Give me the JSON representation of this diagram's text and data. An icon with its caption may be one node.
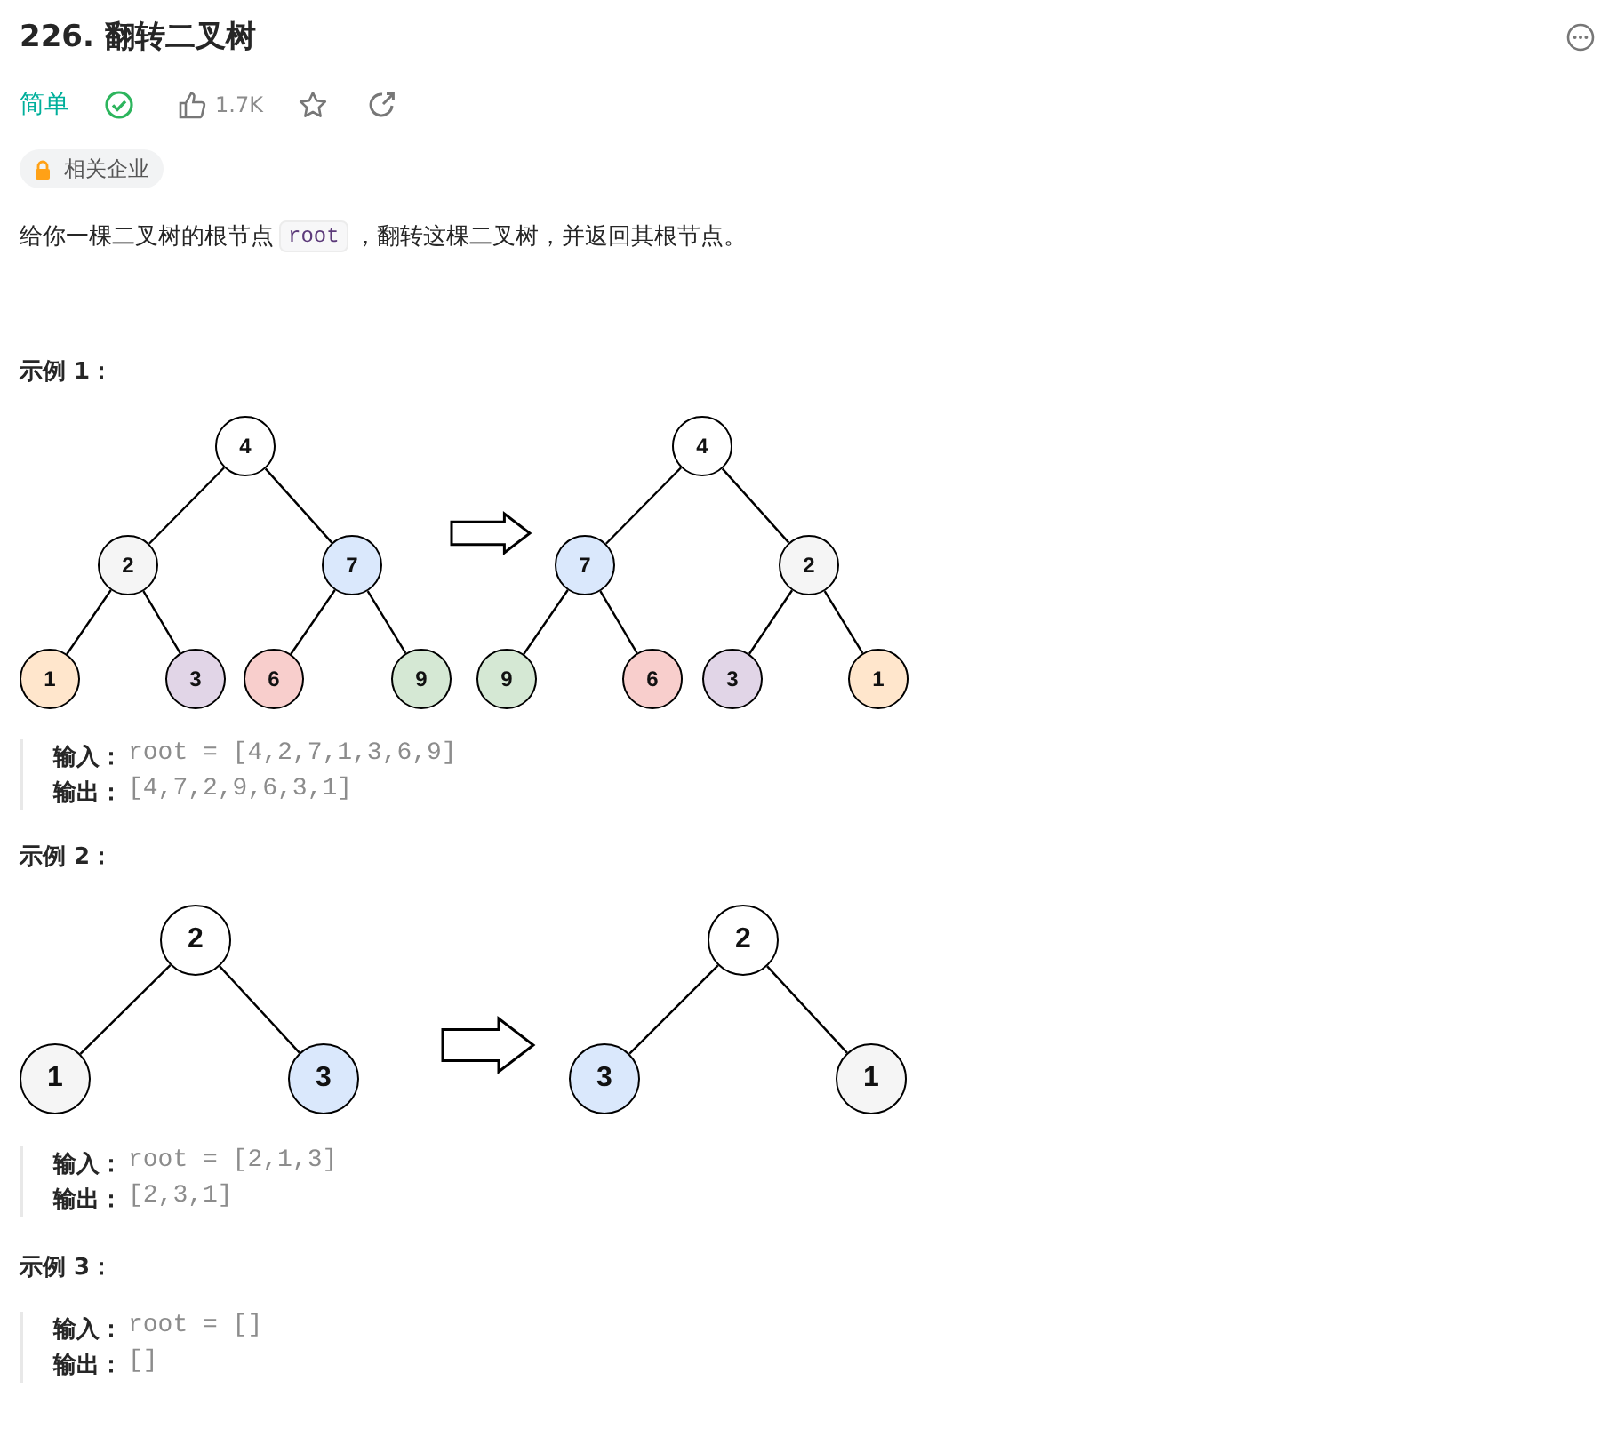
{
  "diagram": {
    "title": "226. 翻转二叉树",
    "nodes": [
      {
        "text": [
          "4"
        ]
      },
      {
        "text": [
          "2"
        ]
      },
      {
        "text": [
          "7"
        ]
      },
      {
        "text": [
          "1"
        ]
      },
      {
        "text": [
          "3"
        ]
      },
      {
        "text": [
          "6"
        ]
      },
      {
        "text": [
          "9"
        ]
      },
      {
        "text": [
          "4"
        ]
      },
      {
        "text": [
          "7"
        ]
      },
      {
        "text": [
          "2"
        ]
      },
      {
        "text": [
          "9"
        ]
      },
      {
        "text": [
          "6"
        ]
      },
      {
        "text": [
          "3"
        ]
      },
      {
        "text": [
          "1"
        ]
      },
      {
        "text": [
          "2"
        ]
      },
      {
        "text": [
          "1"
        ]
      },
      {
        "text": [
          "3"
        ]
      },
      {
        "text": [
          "2"
        ]
      },
      {
        "text": [
          "3"
        ]
      },
      {
        "text": [
          "1"
        ]
      }
    ],
    "edges": [
      {
        "from": 0,
        "to": 1,
        "arrow": "none"
      },
      {
        "from": 0,
        "to": 2,
        "arrow": "none"
      },
      {
        "from": 1,
        "to": 3,
        "arrow": "none"
      },
      {
        "from": 1,
        "to": 4,
        "arrow": "none"
      },
      {
        "from": 2,
        "to": 5,
        "arrow": "none"
      },
      {
        "from": 2,
        "to": 6,
        "arrow": "none"
      },
      {
        "from": 7,
        "to": 8,
        "arrow": "none"
      },
      {
        "from": 7,
        "to": 9,
        "arrow": "none"
      },
      {
        "from": 8,
        "to": 10,
        "arrow": "none"
      },
      {
        "from": 8,
        "to": 11,
        "arrow": "none"
      },
      {
        "from": 9,
        "to": 12,
        "arrow": "none"
      },
      {
        "from": 9,
        "to": 13,
        "arrow": "none"
      },
      {
        "from": 14,
        "to": 15,
        "arrow": "none"
      },
      {
        "from": 14,
        "to": 16,
        "arrow": "none"
      },
      {
        "from": 17,
        "to": 18,
        "arrow": "none"
      },
      {
        "from": 17,
        "to": 19,
        "arrow": "none"
      }
    ],
    "labels": [
      "简单",
      "1.7K",
      "相关企业",
      "给你一棵二叉树的根节点",
      "root",
      "，翻转这棵二叉树，并返回其根节点。",
      "示例 1：",
      "输入：",
      "root = [4,2,7,1,3,6,9]",
      "输出：",
      "[4,7,2,9,6,3,1]",
      "示例 2：",
      "输入：",
      "root = [2,1,3]",
      "输出：",
      "[2,3,1]",
      "示例 3：",
      "输入：",
      "root = []",
      "输出：",
      "[]"
    ]
  }
}
